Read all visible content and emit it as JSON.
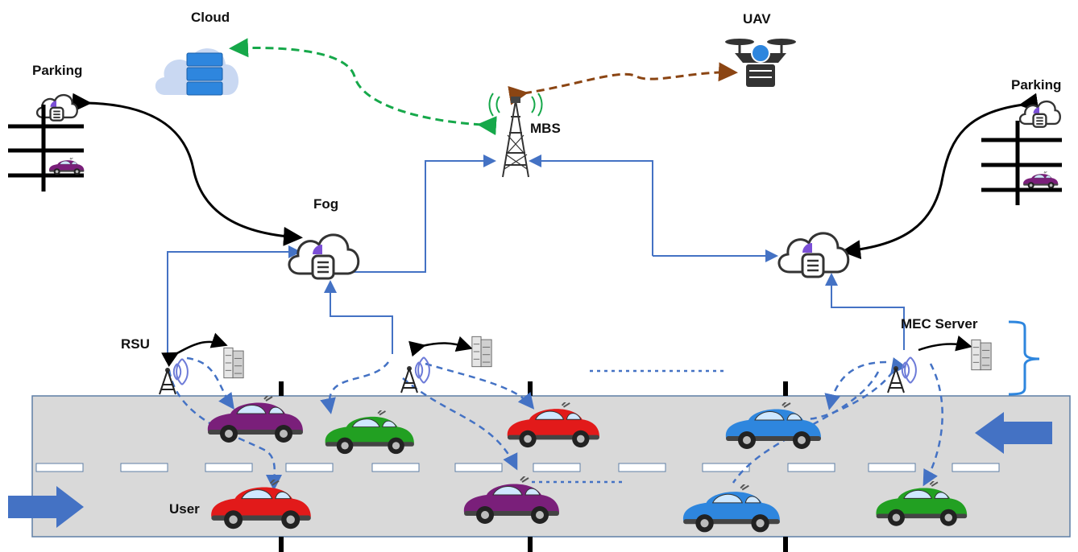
{
  "labels": {
    "cloud": "Cloud",
    "uav": "UAV",
    "parking_left": "Parking",
    "parking_right": "Parking",
    "mbs": "MBS",
    "fog": "Fog",
    "rsu": "RSU",
    "mec_server": "MEC Server",
    "user": "User"
  },
  "colors": {
    "road": "#d9d9d9",
    "road_border": "#5f7fa6",
    "link_blue": "#4472c4",
    "link_green": "#16a84a",
    "link_brown": "#8b4513",
    "link_black": "#000000",
    "arrow_blue": "#4472c4",
    "car_purple": "#7a1f7a",
    "car_green": "#22a022",
    "car_red": "#e21a1a",
    "car_blue": "#2e86de"
  },
  "icons": [
    "cloud-server-icon",
    "drone-icon",
    "tower-icon",
    "fog-node-icon",
    "rsu-antenna-icon",
    "mec-server-icon",
    "parking-icon",
    "car-icon",
    "direction-arrow-icon"
  ]
}
